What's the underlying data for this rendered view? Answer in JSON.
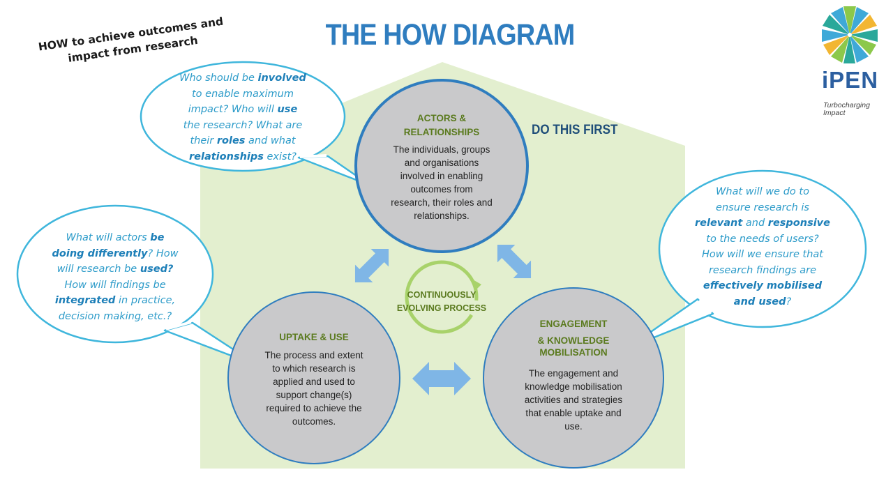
{
  "title": "THE HOW DIAGRAM",
  "tagline_lines": [
    "HOW to achieve outcomes and",
    "impact from research"
  ],
  "do_first": "DO THIS FIRST",
  "center_lines": [
    "CONTINUOUSLY",
    "EVOLVING PROCESS"
  ],
  "actors": {
    "heading_lines": [
      "ACTORS &",
      "RELATIONSHIPS"
    ],
    "body_lines": [
      "The individuals, groups",
      "and organisations",
      "involved in enabling",
      "outcomes from",
      "research, their roles and",
      "relationships."
    ]
  },
  "uptake": {
    "heading": "UPTAKE & USE",
    "body_lines": [
      "The process and extent",
      "to which research is",
      "applied and used to",
      "support change(s)",
      "required to achieve the",
      "outcomes."
    ]
  },
  "engagement": {
    "heading_lines": [
      "ENGAGEMENT",
      "& KNOWLEDGE",
      "MOBILISATION"
    ],
    "body_lines": [
      "The engagement and",
      "knowledge mobilisation",
      "activities and strategies",
      "that enable uptake and",
      "use."
    ]
  },
  "bubble_actors": {
    "l1a": "Who should be ",
    "l1b": "involved",
    "l2": "to enable maximum",
    "l3a": "impact? Who will ",
    "l3b": "use",
    "l4": "the research? What are",
    "l5a": "their ",
    "l5b": "roles",
    "l5c": " and what",
    "l6a": "relationships",
    "l6b": " exist?"
  },
  "bubble_uptake": {
    "l1a": "What will actors ",
    "l1b": "be",
    "l2a": "doing differently",
    "l2b": "? How",
    "l3a": "will research be ",
    "l3b": "used?",
    "l4": "How will findings be",
    "l5a": "integrated",
    "l5b": " in practice,",
    "l6": "decision making, etc.?"
  },
  "bubble_engagement": {
    "l1": "What will we do to",
    "l2": "ensure research is",
    "l3a": "relevant",
    "l3b": " and ",
    "l3c": "responsive",
    "l4": "to the needs of users?",
    "l5": "How will we ensure that",
    "l6": "research findings are",
    "l7": "effectively mobilised",
    "l8a": "and used",
    "l8b": "?"
  },
  "logo": {
    "name": "iPEN",
    "tagline_lines": [
      "Turbocharging",
      "Impact"
    ]
  },
  "colors": {
    "house_fill": "#e3efcf",
    "circle_fill": "#c9c9cb",
    "circle_stroke": "#2f7dbf",
    "bubble_stroke": "#3fb6dc",
    "arrow": "#7fb6e6",
    "cycle": "#a8d26a",
    "title": "#2f7dbf",
    "heading_green": "#5a7a1e"
  }
}
